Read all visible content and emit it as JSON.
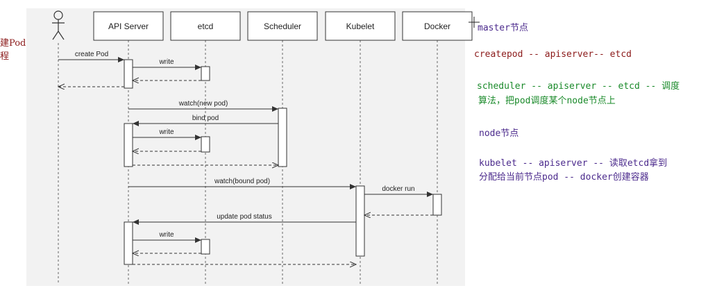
{
  "side_label": {
    "line1": "建Pod",
    "line2": "程"
  },
  "participants": [
    "API Server",
    "etcd",
    "Scheduler",
    "Kubelet",
    "Docker"
  ],
  "messages": {
    "m1": "create Pod",
    "m2": "write",
    "m3": "watch(new pod)",
    "m4": "bind pod",
    "m5": "write",
    "m6": "watch(bound pod)",
    "m7": "docker run",
    "m8": "update pod status",
    "m9": "write"
  },
  "notes": {
    "n1": "master节点",
    "n2": "createpod -- apiserver-- etcd",
    "n3a": "scheduler -- apiserver -- etcd -- 调度",
    "n3b": "算法，把pod调度某个node节点上",
    "n4": "node节点",
    "n5a": "kubelet -- apiserver -- 读取etcd拿到",
    "n5b": "分配给当前节点pod -- docker创建容器"
  },
  "colors": {
    "diagram_bg": "#f2f2f2",
    "line": "#333333",
    "note_master": "#4b2a8c",
    "note_create": "#8b1a1a",
    "note_scheduler": "#1a8a2a",
    "note_node": "#4b2a8c",
    "side_label": "#8b1a1a"
  }
}
